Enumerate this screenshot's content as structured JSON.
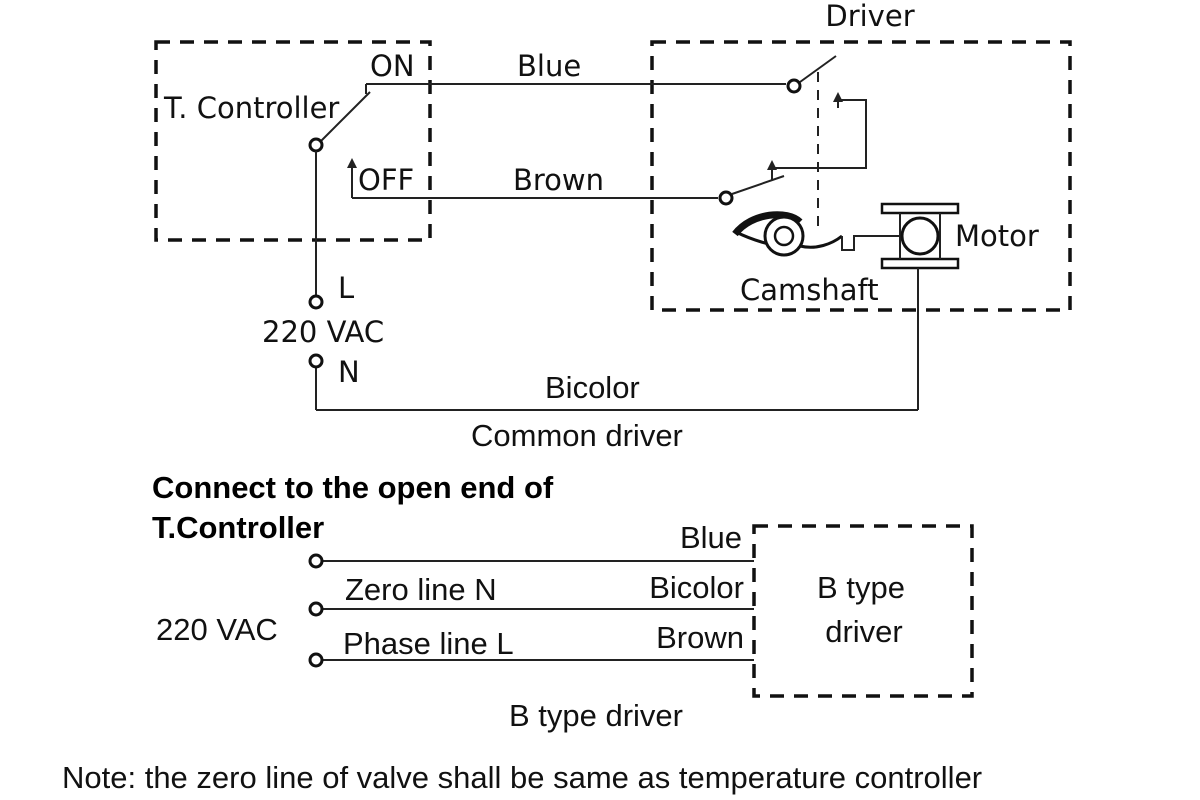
{
  "diagram": {
    "top": {
      "driver_title": "Driver",
      "controller_label": "T. Controller",
      "on_label": "ON",
      "off_label": "OFF",
      "blue_wire": "Blue",
      "brown_wire": "Brown",
      "motor_label": "Motor",
      "camshaft_label": "Camshaft",
      "l_label": "L",
      "vac_label": "220 VAC",
      "n_label": "N",
      "bicolor_wire": "Bicolor",
      "caption": "Common driver"
    },
    "bottom": {
      "heading_line1": "Connect to the open end of",
      "heading_line2": "T.Controller",
      "vac_label": "220 VAC",
      "zero_line": "Zero line N",
      "phase_line": "Phase line L",
      "blue_wire": "Blue",
      "bicolor_wire": "Bicolor",
      "brown_wire": "Brown",
      "driver_line1": "B type",
      "driver_line2": "driver",
      "caption": "B type driver"
    },
    "note": "Note: the zero line of valve shall be same as temperature controller"
  },
  "colors": {
    "line": "#222222",
    "text": "#111111",
    "background": "#ffffff"
  }
}
